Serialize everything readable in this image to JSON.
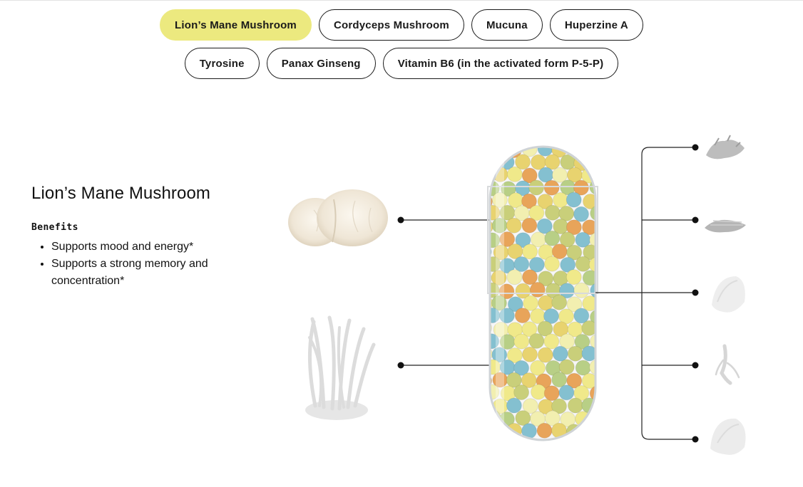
{
  "accent": "#ece97f",
  "pills": [
    {
      "label": "Lion’s Mane Mushroom",
      "active": true
    },
    {
      "label": "Cordyceps Mushroom",
      "active": false
    },
    {
      "label": "Mucuna",
      "active": false
    },
    {
      "label": "Huperzine A",
      "active": false
    },
    {
      "label": "Tyrosine",
      "active": false
    },
    {
      "label": "Panax Ginseng",
      "active": false
    },
    {
      "label": "Vitamin B6 (in the activated form P-5-P)",
      "active": false
    }
  ],
  "info": {
    "title": "Lion’s Mane Mushroom",
    "benefits_label": "Benefits",
    "benefits": [
      "Supports mood and energy*",
      "Supports a strong memory and concentration*"
    ]
  },
  "diagram": {
    "capsule_bead_colors": [
      "#f0e98a",
      "#e8d36f",
      "#c9cf7a",
      "#84c0d0",
      "#e8a45a",
      "#f2efb0",
      "#b8cf86"
    ],
    "left_icons": [
      "lions-mane-mushroom-image",
      "cordyceps-mushroom-image"
    ],
    "right_icons": [
      "mucuna-powder-image",
      "huperzine-powder-image",
      "tyrosine-powder-image",
      "ginseng-root-image",
      "vitamin-b6-powder-image"
    ]
  }
}
